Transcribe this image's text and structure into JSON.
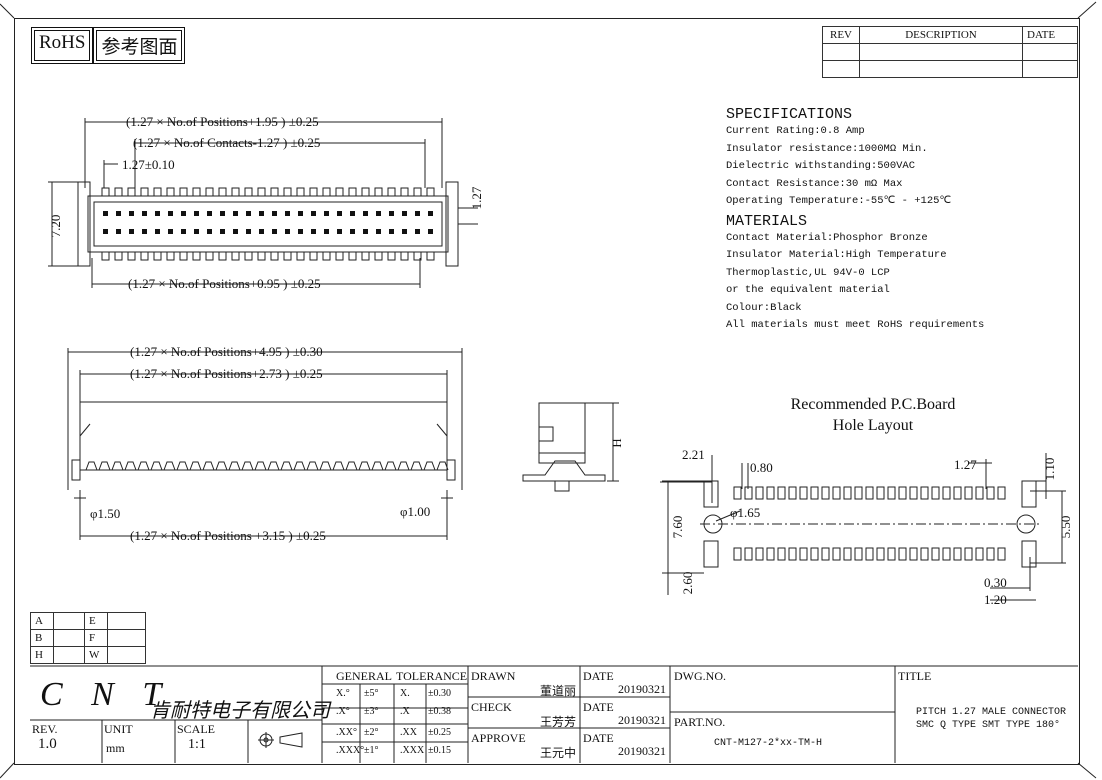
{
  "badges": {
    "rohs": "RoHS",
    "reference": "参考图面"
  },
  "revision_table": {
    "headers": [
      "REV",
      "DESCRIPTION",
      "DATE"
    ]
  },
  "specs": {
    "title": "SPECIFICATIONS",
    "lines": [
      "Current Rating:0.8 Amp",
      "Insulator resistance:1000MΩ  Min.",
      "Dielectric withstanding:500VAC",
      "Contact Resistance:30 mΩ  Max",
      "Operating Temperature:-55℃ - +125℃"
    ]
  },
  "materials": {
    "title": "MATERIALS",
    "lines": [
      "Contact Material:Phosphor Bronze",
      "Insulator Material:High Temperature",
      "Thermoplastic,UL 94V-0 LCP",
      "or the equivalent material",
      "Colour:Black",
      "All materials must meet RoHS requirements"
    ]
  },
  "top_view": {
    "dim1": "(1.27 × No.of Positions+1.95 ) ±0.25",
    "dim2": "(1.27 × No.of Contacts-1.27 ) ±0.25",
    "dim3": "1.27±0.10",
    "dim4": "(1.27 × No.of Positions+0.95 ) ±0.25",
    "left_height": "7.20",
    "right_pitch": "1.27"
  },
  "front_view": {
    "dim1": "(1.27 × No.of Positions+4.95 ) ±0.30",
    "dim2": "(1.27 × No.of Positions+2.73 ) ±0.25",
    "dim3": "(1.27 × No.of Positions +3.15 ) ±0.25",
    "phi_left": "φ1.50",
    "phi_right": "φ1.00"
  },
  "side_view": {
    "height": "H"
  },
  "pcb": {
    "title_line1": "Recommended P.C.Board",
    "title_line2": "Hole Layout",
    "d_221": "2.21",
    "d_080": "0.80",
    "d_127": "1.27",
    "d_110": "1.10",
    "d_165": "φ1.65",
    "d_760": "7.60",
    "d_550": "5.50",
    "d_260": "2.60",
    "d_030": "0.30",
    "d_120": "1.20"
  },
  "size_table": {
    "rows": [
      [
        "A",
        "E"
      ],
      [
        "B",
        "F"
      ],
      [
        "H",
        "W"
      ]
    ]
  },
  "title_block": {
    "company_letters": "C N T",
    "company_name": "肯耐特电子有限公司",
    "rev_label": "REV.",
    "rev_value": "1.0",
    "unit_label": "UNIT",
    "unit_value": "mm",
    "scale_label": "SCALE",
    "scale_value": "1:1",
    "general": "GENERAL",
    "tolerance": "TOLERANCE",
    "tol_rows": [
      [
        "X.°",
        "±5°",
        "X.",
        "±0.30"
      ],
      [
        ".X°",
        "±3°",
        ".X",
        "±0.38"
      ],
      [
        ".XX°",
        "±2°",
        ".XX",
        "±0.25"
      ],
      [
        ".XXX°",
        "±1°",
        ".XXX",
        "±0.15"
      ]
    ],
    "drawn_label": "DRAWN",
    "drawn_name": "董道丽",
    "check_label": "CHECK",
    "check_name": "王芳芳",
    "approve_label": "APPROVE",
    "approve_name": "王元中",
    "date_label": "DATE",
    "date_value": "20190321",
    "dwg_label": "DWG.NO.",
    "part_label": "PART.NO.",
    "part_value": "CNT-M127-2*xx-TM-H",
    "title_label": "TITLE",
    "title_line1": "PITCH 1.27 MALE CONNECTOR",
    "title_line2": "SMC Q TYPE SMT TYPE 180°"
  }
}
